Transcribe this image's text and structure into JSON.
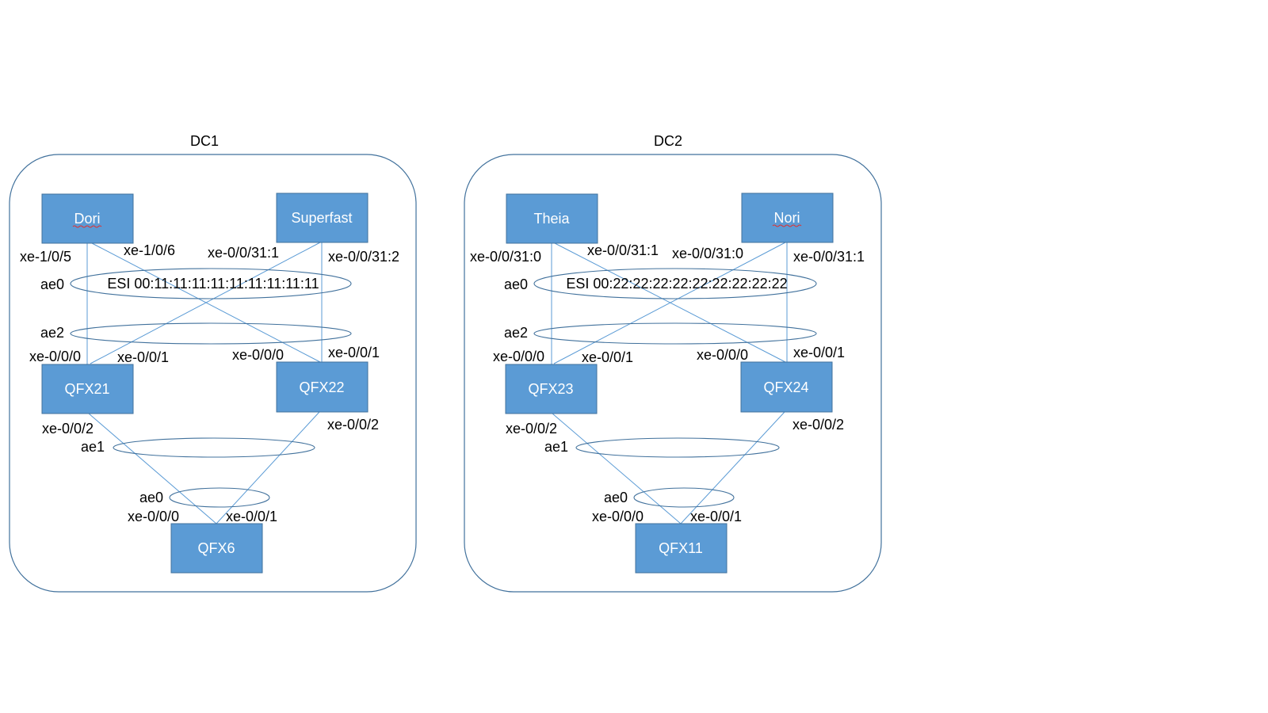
{
  "dc1": {
    "title": "DC1",
    "nodes": {
      "dori": "Dori",
      "superfast": "Superfast",
      "qfx21": "QFX21",
      "qfx22": "QFX22",
      "qfx6": "QFX6"
    },
    "lags": {
      "ae0": "ae0",
      "ae2": "ae2",
      "ae1": "ae1",
      "qfx_ae0": "ae0"
    },
    "esi": "ESI 00:11:11:11:11:11:11:11:11:11",
    "ports": {
      "dori_left": "xe-1/0/5",
      "dori_right": "xe-1/0/6",
      "superfast_left": "xe-0/0/31:1",
      "superfast_right": "xe-0/0/31:2",
      "qfx21_up0": "xe-0/0/0",
      "qfx21_up1": "xe-0/0/1",
      "qfx22_up0": "xe-0/0/0",
      "qfx22_up1": "xe-0/0/1",
      "qfx21_down": "xe-0/0/2",
      "qfx22_down": "xe-0/0/2",
      "bottom_left": "xe-0/0/0",
      "bottom_right": "xe-0/0/1"
    }
  },
  "dc2": {
    "title": "DC2",
    "nodes": {
      "theia": "Theia",
      "nori": "Nori",
      "qfx23": "QFX23",
      "qfx24": "QFX24",
      "qfx11": "QFX11"
    },
    "lags": {
      "ae0": "ae0",
      "ae2": "ae2",
      "ae1": "ae1",
      "qfx_ae0": "ae0"
    },
    "esi": "ESI 00:22:22:22:22:22:22:22:22:22",
    "ports": {
      "theia_left": "xe-0/0/31:0",
      "theia_right": "xe-0/0/31:1",
      "nori_left": "xe-0/0/31:0",
      "nori_right": "xe-0/0/31:1",
      "qfx23_up0": "xe-0/0/0",
      "qfx23_up1": "xe-0/0/1",
      "qfx24_up0": "xe-0/0/0",
      "qfx24_up1": "xe-0/0/1",
      "qfx23_down": "xe-0/0/2",
      "qfx24_down": "xe-0/0/2",
      "bottom_left": "xe-0/0/0",
      "bottom_right": "xe-0/0/1"
    }
  },
  "colors": {
    "node_fill": "#5b9bd5",
    "node_border": "#41719c",
    "link": "#5b9bd5",
    "frame": "#41719c"
  }
}
